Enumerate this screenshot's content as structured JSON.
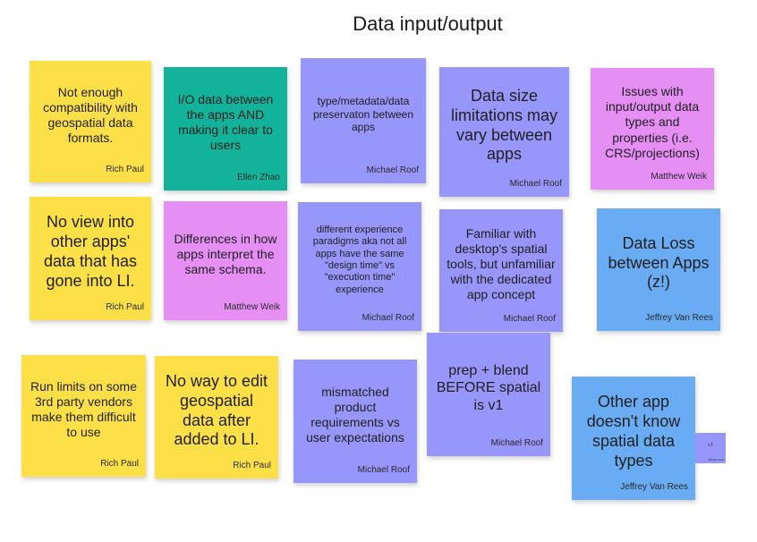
{
  "board": {
    "title": "Data input/output"
  },
  "notes": [
    {
      "text": "Not enough compatibility with geospatial data formats.",
      "author": "Rich Paul",
      "color": "#fde047"
    },
    {
      "text": "I/O data between the apps AND making it clear to users",
      "author": "Ellen Zhao",
      "color": "#12b39a"
    },
    {
      "text": "type/metadata/data preservaton between apps",
      "author": "Michael Roof",
      "color": "#9796fa"
    },
    {
      "text": "Data size limitations may vary between apps",
      "author": "Michael Roof",
      "color": "#9796fa"
    },
    {
      "text": "Issues with input/output data types and properties (i.e. CRS/projections)",
      "author": "Matthew Weik",
      "color": "#e58ff5"
    },
    {
      "text": "No view into other apps' data that has gone into LI.",
      "author": "Rich Paul",
      "color": "#fde047"
    },
    {
      "text": "Differences in how apps interpret the same schema.",
      "author": "Matthew Weik",
      "color": "#e58ff5"
    },
    {
      "text": "different experience paradigms aka not all apps have the same \"design time\" vs \"execution time\" experience",
      "author": "Michael Roof",
      "color": "#9796fa"
    },
    {
      "text": "Familiar with desktop's spatial tools, but unfamiliar with the dedicated app concept",
      "author": "Michael Roof",
      "color": "#9796fa"
    },
    {
      "text": "Data Loss between Apps (z!)",
      "author": "Jeffrey Van Rees",
      "color": "#6aacf4"
    },
    {
      "text": "Run limits on some 3rd party vendors make them difficult to use",
      "author": "Rich Paul",
      "color": "#fde047"
    },
    {
      "text": "No way to edit geospatial data after added to LI.",
      "author": "Rich Paul",
      "color": "#fde047"
    },
    {
      "text": "mismatched product requirements vs user expectations",
      "author": "Michael Roof",
      "color": "#9796fa"
    },
    {
      "text": "prep + blend BEFORE spatial is v1",
      "author": "Michael Roof",
      "color": "#9796fa"
    },
    {
      "text": "Other app doesn't know spatial data types",
      "author": "Jeffrey Van Rees",
      "color": "#6aacf4"
    },
    {
      "text": "+1",
      "author": "Michael Roof",
      "color": "#9796fa"
    }
  ]
}
